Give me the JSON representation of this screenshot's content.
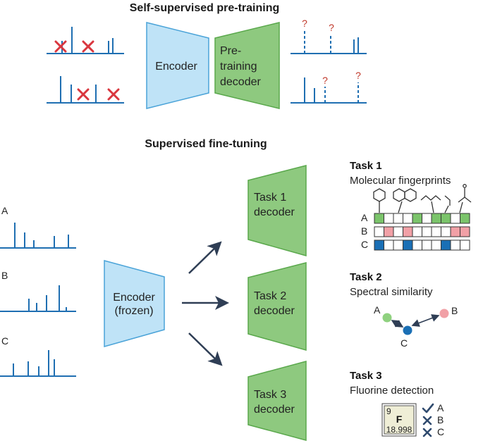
{
  "pretraining": {
    "heading": "Self-supervised pre-training",
    "encoder_label": "Encoder",
    "decoder_label_lines": [
      "Pre-",
      "training",
      "decoder"
    ],
    "question_mark": "?"
  },
  "finetuning": {
    "heading": "Supervised fine-tuning",
    "spectrum_labels": [
      "A",
      "B",
      "C"
    ],
    "encoder_label_lines": [
      "Encoder",
      "(frozen)"
    ],
    "decoders": [
      {
        "lines": [
          "Task 1",
          "decoder"
        ]
      },
      {
        "lines": [
          "Task 2",
          "decoder"
        ]
      },
      {
        "lines": [
          "Task 3",
          "decoder"
        ]
      }
    ]
  },
  "tasks": {
    "task1": {
      "title": "Task 1",
      "subtitle": "Molecular fingerprints",
      "row_labels": [
        "A",
        "B",
        "C"
      ],
      "rows": [
        [
          1,
          0,
          0,
          0,
          1,
          0,
          1,
          1,
          0,
          1
        ],
        [
          0,
          1,
          0,
          1,
          0,
          0,
          0,
          0,
          1,
          1
        ],
        [
          1,
          0,
          0,
          1,
          0,
          0,
          0,
          1,
          0,
          0
        ]
      ]
    },
    "task2": {
      "title": "Task 2",
      "subtitle": "Spectral similarity",
      "node_labels": [
        "A",
        "B",
        "C"
      ]
    },
    "task3": {
      "title": "Task 3",
      "subtitle": "Fluorine detection",
      "element_number": "9",
      "element_symbol": "F",
      "element_mass": "18.998",
      "results": [
        {
          "mark": "check",
          "label": "A"
        },
        {
          "mark": "cross",
          "label": "B"
        },
        {
          "mark": "cross",
          "label": "C"
        }
      ]
    }
  },
  "colors": {
    "spectrum": "#1f6fb2",
    "encoder_fill": "#bfe3f7",
    "encoder_stroke": "#4aa3d8",
    "decoder_fill": "#8ec97f",
    "decoder_stroke": "#5aa84c",
    "cross": "#d9363e",
    "arrow": "#2f3e55",
    "fp_a": "#7bc46b",
    "fp_b": "#f1a0a6",
    "fp_c": "#1a6fb5",
    "node_a": "#8fd17f",
    "node_b": "#f1a0a6",
    "node_c": "#1a6fb5",
    "element_bg": "#efeed6",
    "mark_color": "#2f4a6e"
  }
}
